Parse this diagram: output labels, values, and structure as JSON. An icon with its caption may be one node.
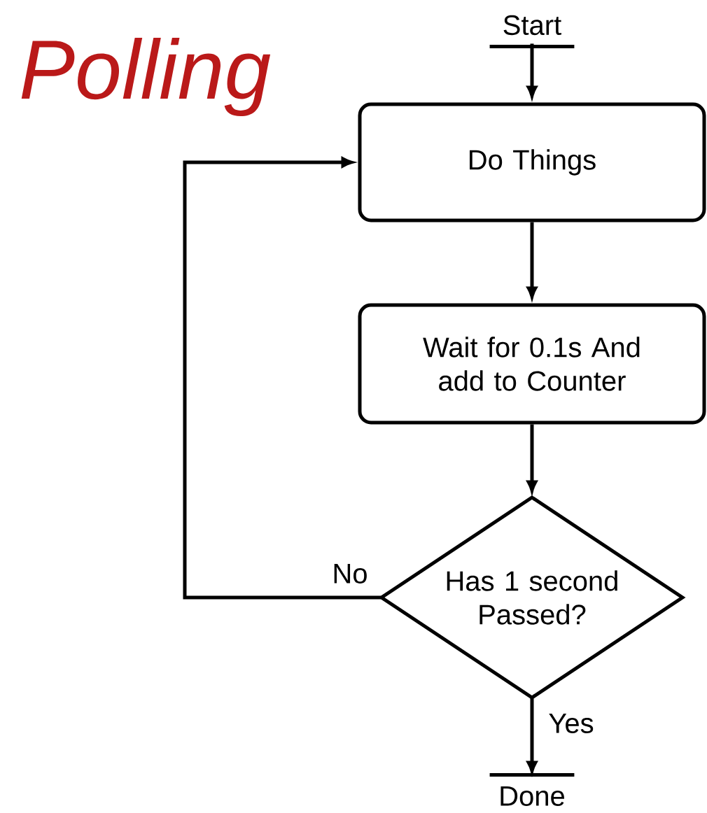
{
  "diagram": {
    "title": "Polling",
    "nodes": [
      {
        "text": [
          "Start"
        ]
      },
      {
        "text": [
          "Do Things"
        ]
      },
      {
        "text": [
          "Wait for 0.1s And add to Counter"
        ]
      },
      {
        "text": [
          "Has 1 second Passed?"
        ]
      },
      {
        "text": [
          "Done"
        ]
      }
    ],
    "edges": [
      {
        "from": 0,
        "to": 1,
        "arrow": "to"
      },
      {
        "from": 1,
        "to": 2,
        "arrow": "to"
      },
      {
        "from": 2,
        "to": 3,
        "arrow": "to"
      },
      {
        "from": 3,
        "to": 1,
        "arrow": "to",
        "label": "No"
      },
      {
        "from": 3,
        "to": 4,
        "arrow": "to",
        "label": "Yes"
      }
    ]
  }
}
